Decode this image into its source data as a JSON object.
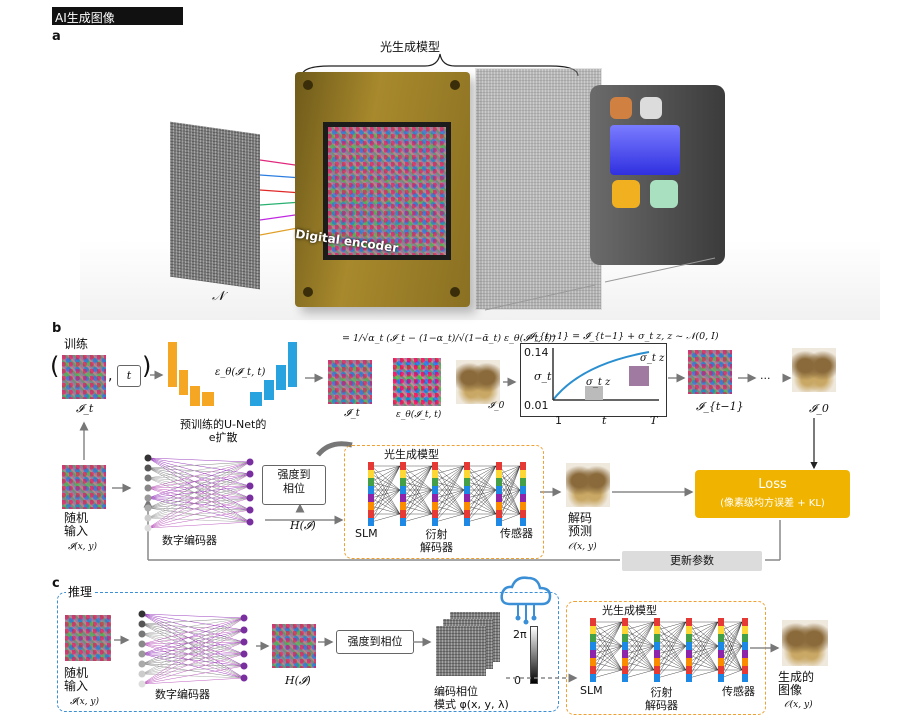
{
  "header": {
    "title": "AI生成图像"
  },
  "panels": {
    "a": "a",
    "b": "b",
    "c": "c"
  },
  "panel_a": {
    "model_label": "光生成模型",
    "encoder_label": "Digital encoder",
    "noise_symbol": "𝒩"
  },
  "panel_b": {
    "train_label": "训练",
    "t_box": "t",
    "x_t": "𝓘_t",
    "eps_label": "ε_θ(𝓘_t, t)",
    "unet_caption": "预训练的U-Net的\ne扩散",
    "formula_top": "= 1/√α_t (𝓘_t − (1−α_t)/√(1−ᾱ_t) ε_θ(𝓘_t, t))",
    "x_t_small": "𝓘_t",
    "eps_small": "ε_θ(𝓘_t, t)",
    "x0_small": "𝓘_0",
    "sched_formula": "𝓘_{t−1} = 𝓘̂_{t−1} + σ_t z,  z ~ 𝒩(0, I)",
    "sigma_label": "σ_t",
    "y_max": "0.14",
    "y_min": "0.01",
    "x_1": "1",
    "x_t_axis": "t",
    "x_T": "T",
    "sig_z1": "σ_t z",
    "sig_z2": "σ_t z",
    "x_tm1": "𝓘_{t−1}",
    "dots": "···",
    "x_0": "𝓘_0",
    "random_input": "随机\n输入",
    "random_input_sym": "𝓘(x, y)",
    "digital_encoder": "数字编码器",
    "intensity_to_phase": "强度到\n相位",
    "h_label": "H(𝓘)",
    "optical_model": "光生成模型",
    "slm": "SLM",
    "diffractive_decoder": "衍射\n解码器",
    "sensor": "传感器",
    "decoded_prediction": "解码\n预测",
    "decoded_sym": "𝒪(x, y)",
    "loss_title": "Loss",
    "loss_sub": "(像素级均方误差 + KL)",
    "update_params": "更新参数"
  },
  "panel_c": {
    "inference": "推理",
    "random_input": "随机\n输入",
    "random_input_sym": "𝓘(x, y)",
    "digital_encoder": "数字编码器",
    "h_label": "H(𝓘)",
    "intensity_to_phase": "强度到相位",
    "two_pi": "2π",
    "zero": "0",
    "phase_caption": "编码相位\n模式 φ(x, y, λ)",
    "optical_model": "光生成模型",
    "slm": "SLM",
    "diffractive_decoder": "衍射\n解码器",
    "sensor": "传感器",
    "generated": "生成的\n图像",
    "generated_sym": "𝒪(x, y)"
  },
  "colors": {
    "orange": "#f5a623",
    "blue": "#29a3e0",
    "loss": "#f0b400",
    "dash_orange": "#f0a030",
    "dash_blue": "#3a8fd6"
  }
}
